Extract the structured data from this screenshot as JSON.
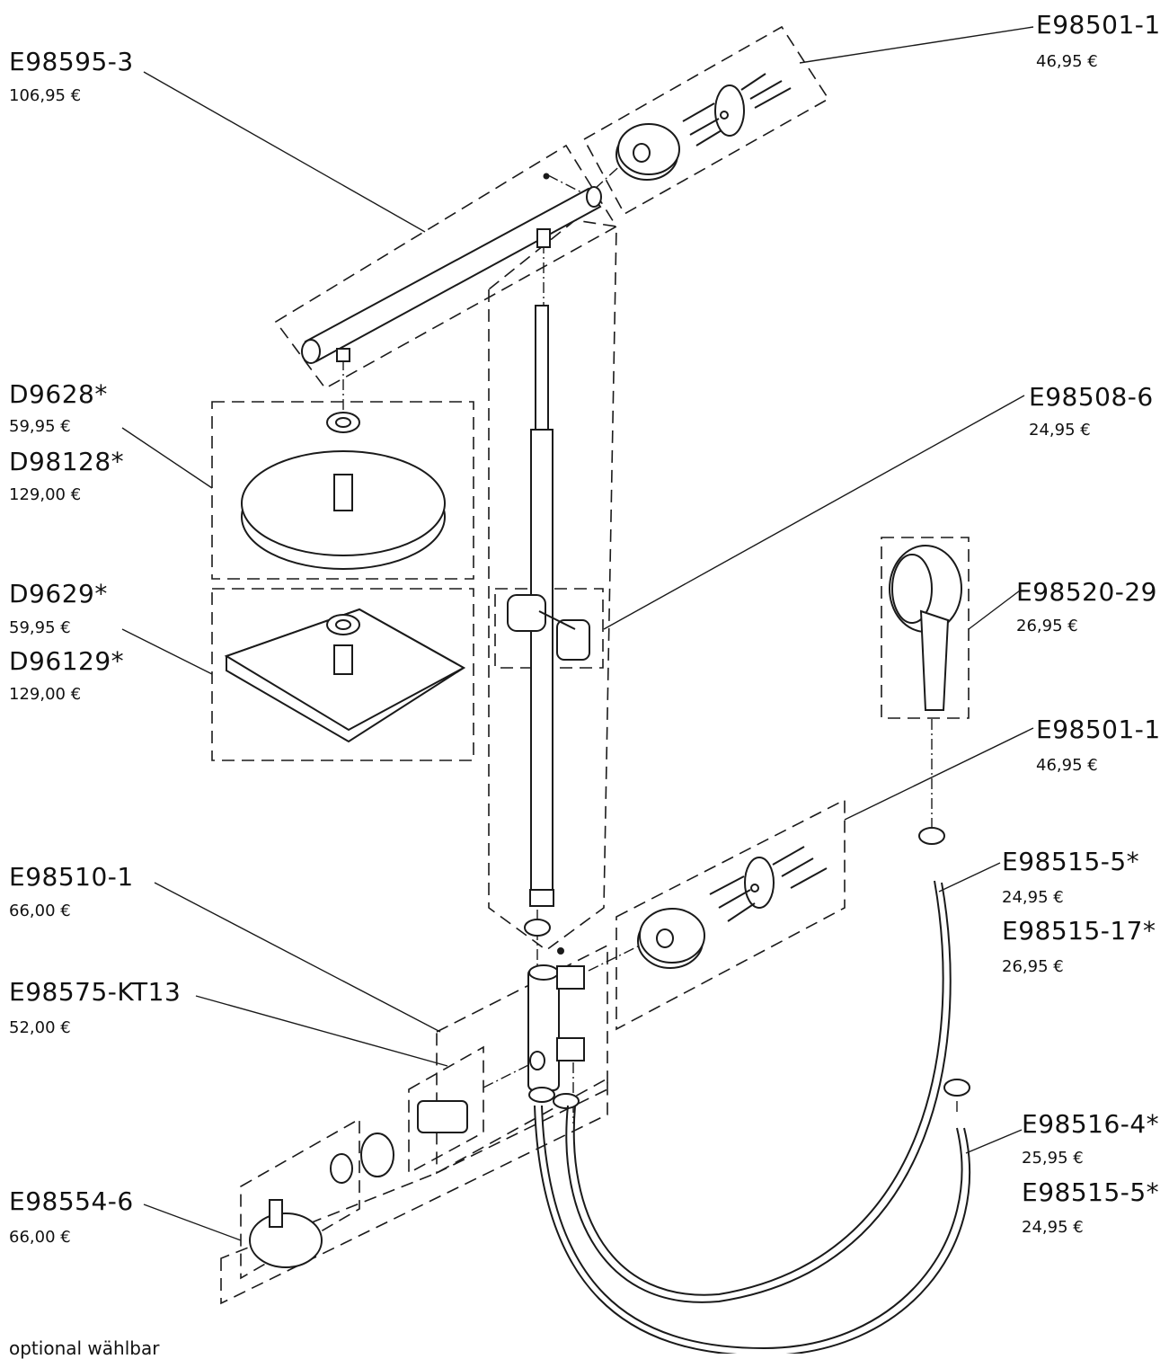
{
  "callouts": {
    "e98595_3": {
      "code": "E98595-3",
      "price": "106,95 €"
    },
    "e98501_1_top": {
      "code": "E98501-1",
      "price": "46,95 €"
    },
    "d9628": {
      "code": "D9628*",
      "price": "59,95 €"
    },
    "d98128": {
      "code": "D98128*",
      "price": "129,00 €"
    },
    "e98508_6": {
      "code": "E98508-6",
      "price": "24,95 €"
    },
    "d9629": {
      "code": "D9629*",
      "price": "59,95 €"
    },
    "d96129": {
      "code": "D96129*",
      "price": "129,00 €"
    },
    "e98520_29": {
      "code": "E98520-29",
      "price": "26,95 €"
    },
    "e98501_1_mid": {
      "code": "E98501-1",
      "price": "46,95 €"
    },
    "e98510_1": {
      "code": "E98510-1",
      "price": "66,00 €"
    },
    "e98515_5_a": {
      "code": "E98515-5*",
      "price": "24,95 €"
    },
    "e98515_17": {
      "code": "E98515-17*",
      "price": "26,95 €"
    },
    "e98575_kt13": {
      "code": "E98575-KT13",
      "price": "52,00 €"
    },
    "e98516_4": {
      "code": "E98516-4*",
      "price": "25,95 €"
    },
    "e98515_5_b": {
      "code": "E98515-5*",
      "price": "24,95 €"
    },
    "e98554_6": {
      "code": "E98554-6",
      "price": "66,00 €"
    }
  },
  "footnote": "optional wählbar",
  "colors": {
    "line": "#1a1a1a",
    "fill": "#ffffff"
  }
}
